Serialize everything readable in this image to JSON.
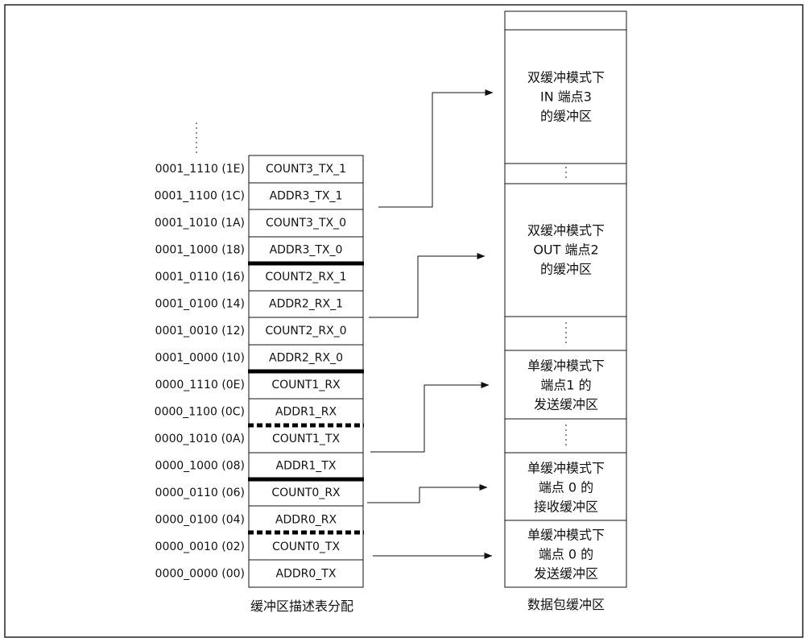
{
  "descriptor_table": {
    "caption": "缓冲区描述表分配",
    "rows": [
      {
        "address": "0001_1110 (1E)",
        "field": "COUNT3_TX_1"
      },
      {
        "address": "0001_1100 (1C)",
        "field": "ADDR3_TX_1"
      },
      {
        "address": "0001_1010 (1A)",
        "field": "COUNT3_TX_0"
      },
      {
        "address": "0001_1000 (18)",
        "field": "ADDR3_TX_0"
      },
      {
        "address": "0001_0110 (16)",
        "field": "COUNT2_RX_1"
      },
      {
        "address": "0001_0100 (14)",
        "field": "ADDR2_RX_1"
      },
      {
        "address": "0001_0010 (12)",
        "field": "COUNT2_RX_0"
      },
      {
        "address": "0001_0000 (10)",
        "field": "ADDR2_RX_0"
      },
      {
        "address": "0000_1110 (0E)",
        "field": "COUNT1_RX"
      },
      {
        "address": "0000_1100 (0C)",
        "field": "ADDR1_RX"
      },
      {
        "address": "0000_1010 (0A)",
        "field": "COUNT1_TX"
      },
      {
        "address": "0000_1000 (08)",
        "field": "ADDR1_TX"
      },
      {
        "address": "0000_0110 (06)",
        "field": "COUNT0_RX"
      },
      {
        "address": "0000_0100 (04)",
        "field": "ADDR0_RX"
      },
      {
        "address": "0000_0010 (02)",
        "field": "COUNT0_TX"
      },
      {
        "address": "0000_0000 (00)",
        "field": "ADDR0_TX"
      }
    ]
  },
  "packet_buffer": {
    "caption": "数据包缓冲区",
    "blocks": [
      {
        "lines": [
          "双缓冲模式下",
          "IN 端点3",
          "的缓冲区"
        ]
      },
      {
        "lines": [
          "双缓冲模式下",
          "OUT 端点2",
          "的缓冲区"
        ]
      },
      {
        "lines": [
          "单缓冲模式下",
          "端点1 的",
          "发送缓冲区"
        ]
      },
      {
        "lines": [
          "单缓冲模式下",
          "端点 0 的",
          "接收缓冲区"
        ]
      },
      {
        "lines": [
          "单缓冲模式下",
          "端点 0 的",
          "发送缓冲区"
        ]
      }
    ]
  }
}
